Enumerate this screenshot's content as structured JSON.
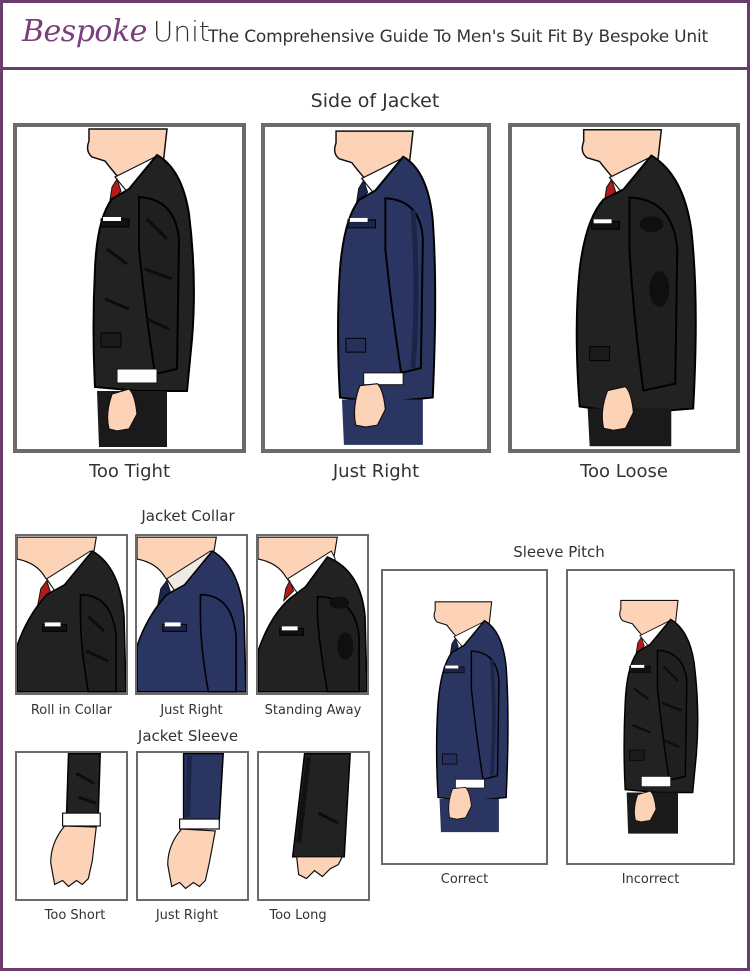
{
  "header": {
    "brand_script": "Bespoke",
    "brand_unit": "Unit",
    "title": "The Comprehensive Guide To Men's Suit Fit By Bespoke Unit"
  },
  "colors": {
    "frame": "#6b3a6e",
    "panel_border": "#6a6a6a",
    "black_suit": "#222222",
    "navy_suit": "#2b3562",
    "skin": "#fdd3b8",
    "tie": "#b31b1b"
  },
  "side_of_jacket": {
    "title": "Side of Jacket",
    "panels": [
      {
        "label": "Too Tight",
        "suit": "black"
      },
      {
        "label": "Just Right",
        "suit": "navy"
      },
      {
        "label": "Too Loose",
        "suit": "black"
      }
    ]
  },
  "jacket_collar": {
    "title": "Jacket Collar",
    "panels": [
      {
        "label": "Roll in Collar",
        "suit": "black"
      },
      {
        "label": "Just Right",
        "suit": "navy"
      },
      {
        "label": "Standing Away",
        "suit": "black"
      }
    ]
  },
  "jacket_sleeve": {
    "title": "Jacket Sleeve",
    "panels": [
      {
        "label": "Too Short",
        "suit": "black"
      },
      {
        "label": "Just Right",
        "suit": "navy"
      },
      {
        "label": "Too Long",
        "suit": "black"
      }
    ]
  },
  "sleeve_pitch": {
    "title": "Sleeve Pitch",
    "panels": [
      {
        "label": "Correct",
        "suit": "navy"
      },
      {
        "label": "Incorrect",
        "suit": "black"
      }
    ]
  }
}
